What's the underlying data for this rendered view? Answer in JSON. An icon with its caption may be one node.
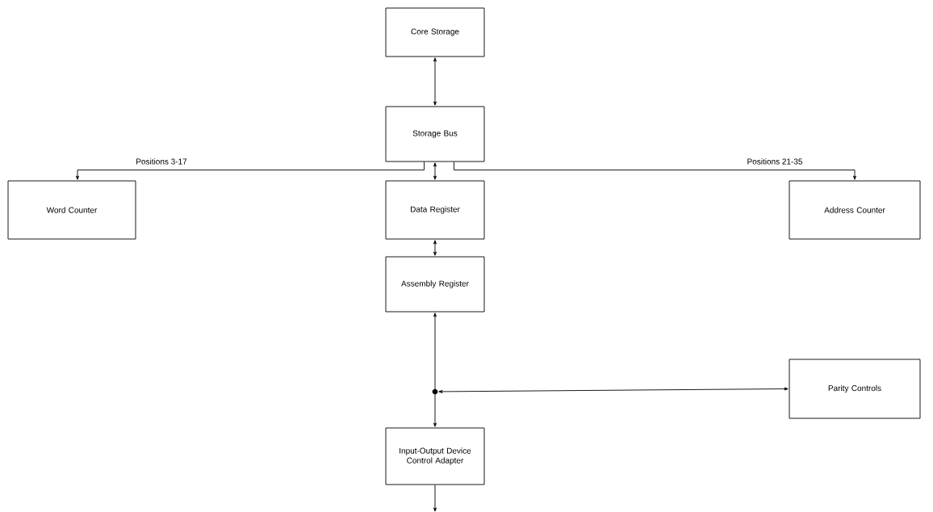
{
  "diagram": {
    "nodes": [
      {
        "text": [
          "Core Storage"
        ]
      },
      {
        "text": [
          "Storage Bus"
        ]
      },
      {
        "text": [
          "Word Counter"
        ]
      },
      {
        "text": [
          "Data Register"
        ]
      },
      {
        "text": [
          "Address Counter"
        ]
      },
      {
        "text": [
          "Assembly Register"
        ]
      },
      {
        "text": [
          "Parity Controls"
        ]
      },
      {
        "text": [
          "Input-Output Device Control Adapter"
        ]
      },
      {
        "text": [],
        "shape": "circle"
      }
    ],
    "edges": [
      {
        "from": 0,
        "to": 1,
        "arrow": "both"
      },
      {
        "from": 1,
        "to": 2,
        "arrow": "to",
        "label": "Positions 3-17"
      },
      {
        "from": 1,
        "to": 3,
        "arrow": "both"
      },
      {
        "from": 1,
        "to": 4,
        "arrow": "to",
        "label": "Positions 21-35"
      },
      {
        "from": 3,
        "to": 5,
        "arrow": "both"
      },
      {
        "from": 8,
        "to": 5,
        "arrow": "to"
      },
      {
        "from": 8,
        "to": 7,
        "arrow": "to"
      },
      {
        "from": 6,
        "to": 8,
        "arrow": "both"
      },
      {
        "from": 7,
        "to": null,
        "arrow": "to"
      }
    ]
  }
}
